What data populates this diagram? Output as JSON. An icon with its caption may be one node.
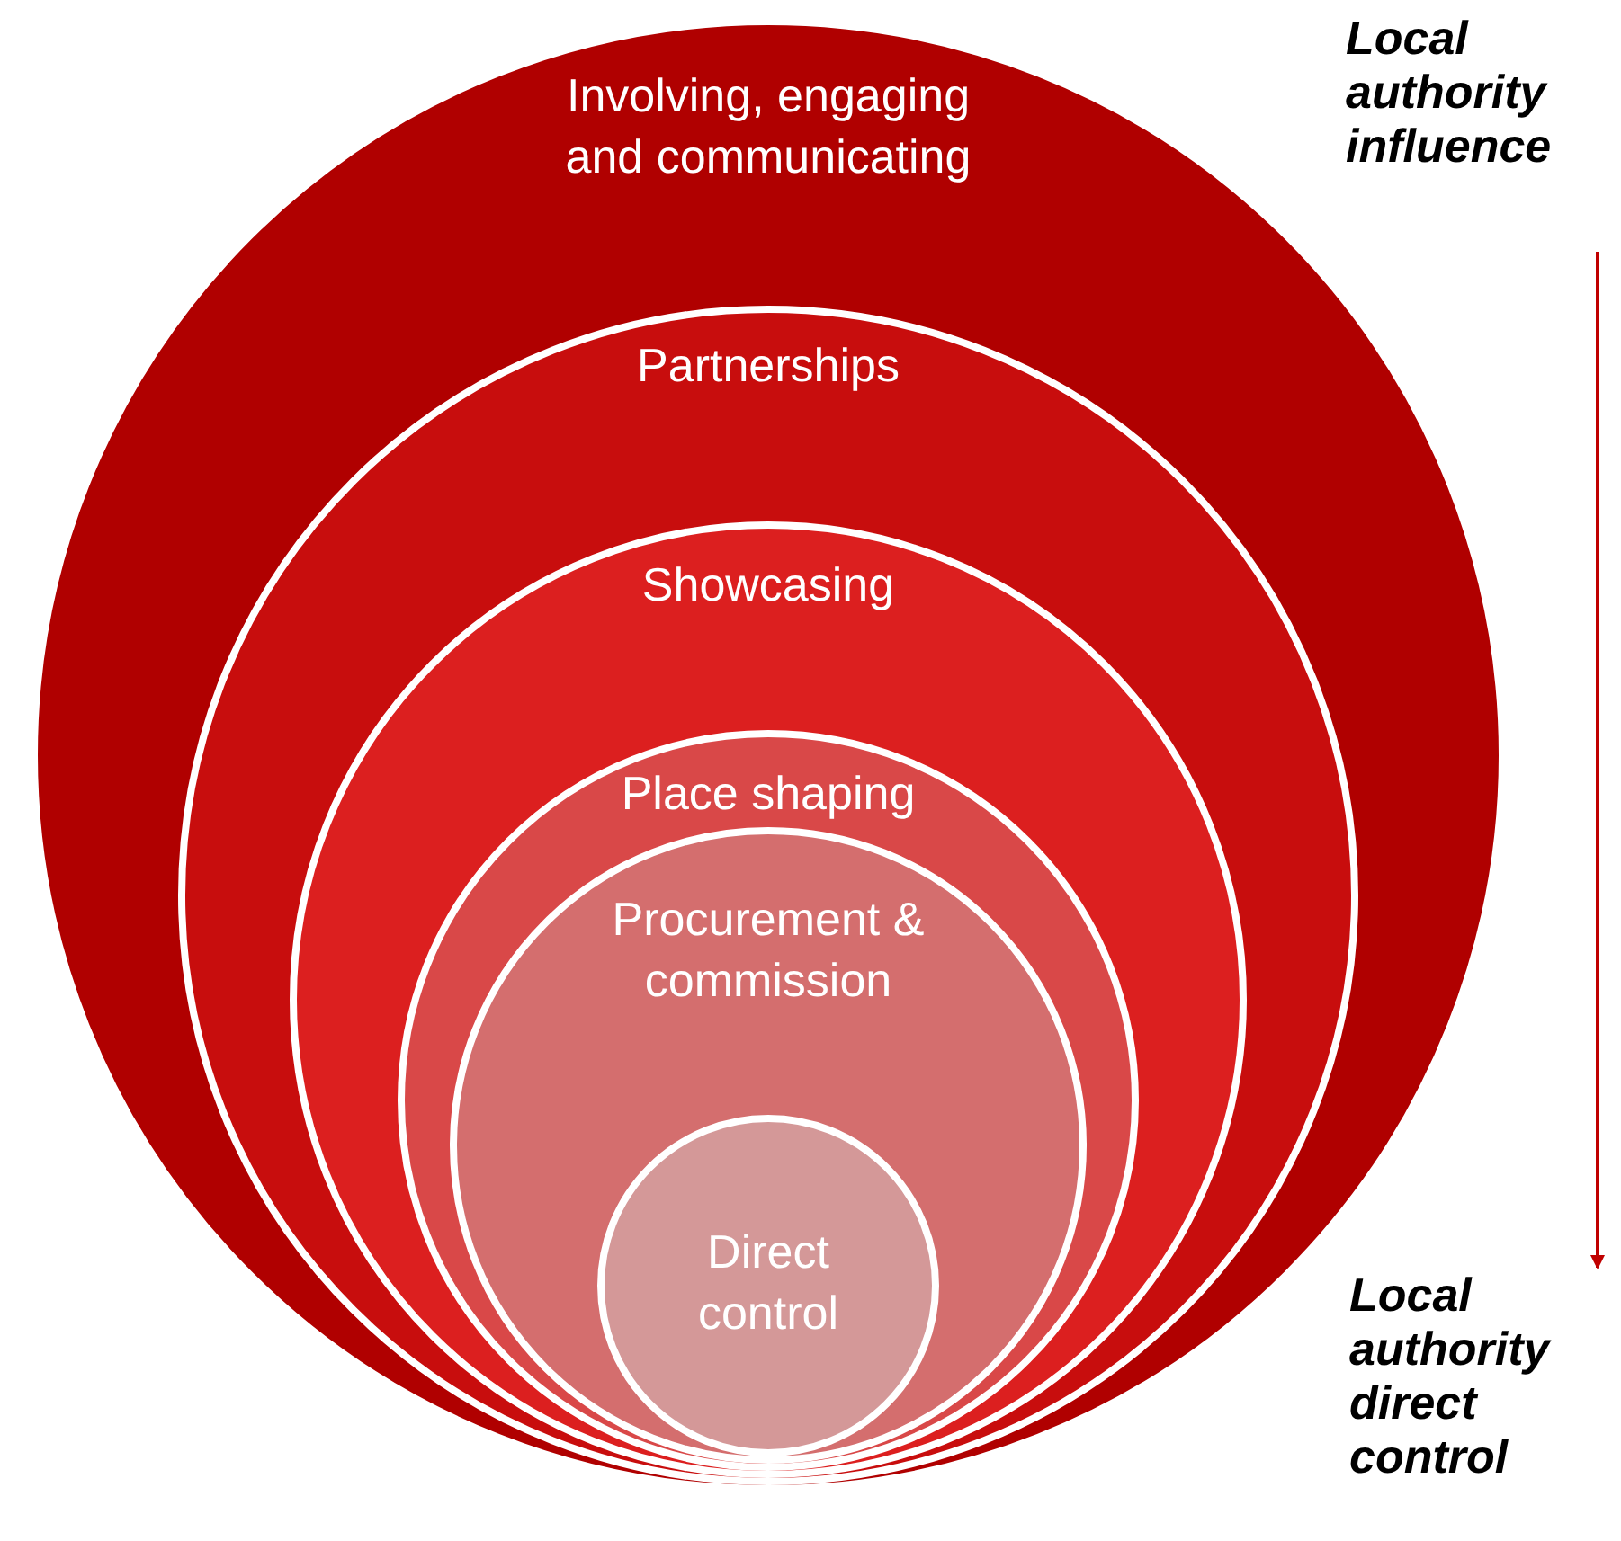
{
  "diagram": {
    "nodes": [
      {
        "text": [
          "Involving, engaging and communicating"
        ]
      },
      {
        "text": [
          "Partnerships"
        ],
        "in": 0
      },
      {
        "text": [
          "Showcasing"
        ],
        "in": 1
      },
      {
        "text": [
          "Place shaping"
        ],
        "in": 2
      },
      {
        "text": [
          "Procurement & commission"
        ],
        "in": 3
      },
      {
        "text": [
          "Direct control"
        ],
        "in": 4
      },
      {
        "text": [
          "Local authority influence"
        ]
      },
      {
        "text": [
          "Local authority direct control"
        ]
      }
    ],
    "edges": [
      {
        "from": 6,
        "to": 7,
        "arrow": "to"
      }
    ]
  }
}
